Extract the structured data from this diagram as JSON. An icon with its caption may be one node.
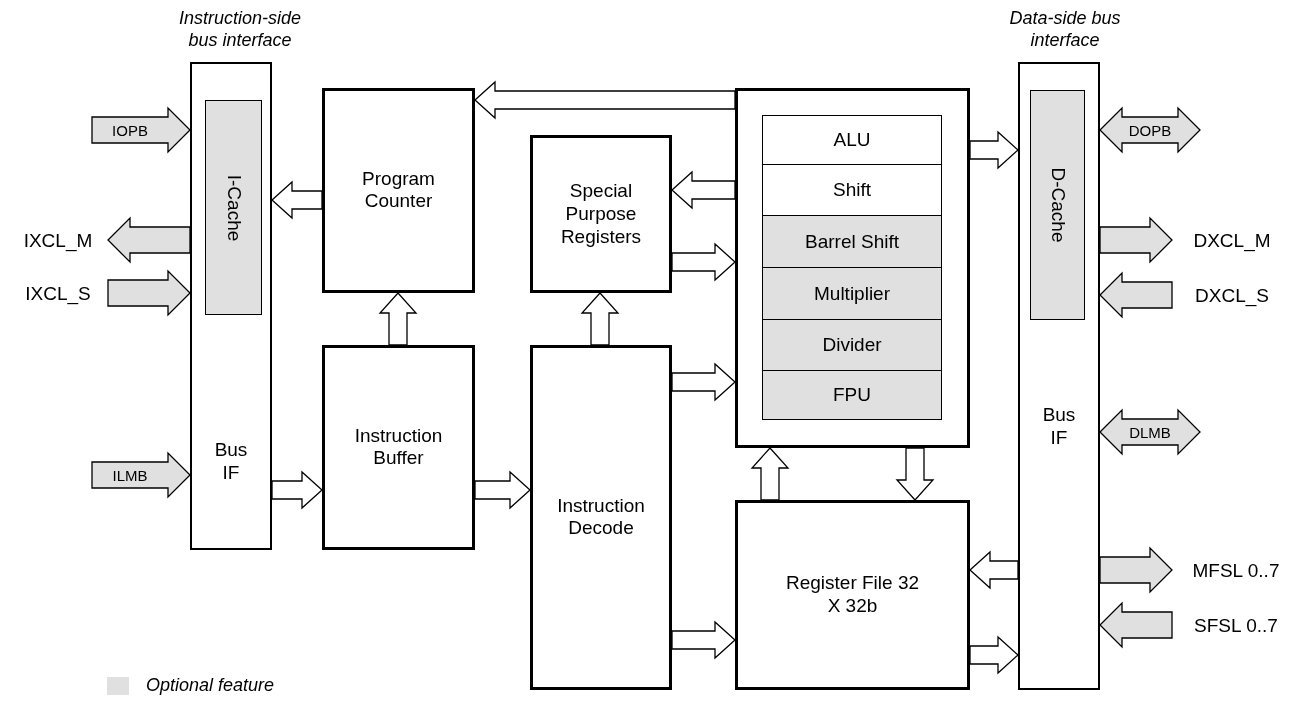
{
  "diagram": {
    "nodes": [
      {
        "text": [
          "Bus IF"
        ]
      },
      {
        "text": [
          "I-Cache"
        ],
        "in": 0
      },
      {
        "text": [
          "Program Counter"
        ]
      },
      {
        "text": [
          "Instruction Buffer"
        ]
      },
      {
        "text": [
          "Special Purpose Registers"
        ]
      },
      {
        "text": [
          "Instruction Decode"
        ]
      },
      {
        "text": [],
        "shape": "box"
      },
      {
        "text": [
          "ALU"
        ],
        "in": 6
      },
      {
        "text": [
          "Shift"
        ],
        "in": 6
      },
      {
        "text": [
          "Barrel Shift"
        ],
        "in": 6
      },
      {
        "text": [
          "Multiplier"
        ],
        "in": 6
      },
      {
        "text": [
          "Divider"
        ],
        "in": 6
      },
      {
        "text": [
          "FPU"
        ],
        "in": 6
      },
      {
        "text": [
          "Register File 32 X 32b"
        ]
      },
      {
        "text": [
          "Bus IF"
        ]
      },
      {
        "text": [
          "D-Cache"
        ],
        "in": 14
      },
      {
        "text": [
          "IXCL_M"
        ]
      },
      {
        "text": [
          "IXCL_S"
        ]
      },
      {
        "text": [
          "DXCL_M"
        ]
      },
      {
        "text": [
          "DXCL_S"
        ]
      },
      {
        "text": [
          "MFSL 0..7"
        ]
      },
      {
        "text": [
          "SFSL 0..7"
        ]
      }
    ],
    "edges": [
      {
        "from": 6,
        "to": 2,
        "arrow": "to"
      },
      {
        "from": 2,
        "to": 0,
        "arrow": "to"
      },
      {
        "from": 3,
        "to": 2,
        "arrow": "to"
      },
      {
        "from": 0,
        "to": 3,
        "arrow": "to"
      },
      {
        "from": 3,
        "to": 5,
        "arrow": "to"
      },
      {
        "from": 5,
        "to": 4,
        "arrow": "to"
      },
      {
        "from": 6,
        "to": 4,
        "arrow": "to"
      },
      {
        "from": 4,
        "to": 6,
        "arrow": "to"
      },
      {
        "from": 5,
        "to": 6,
        "arrow": "to"
      },
      {
        "from": 5,
        "to": 13,
        "arrow": "to"
      },
      {
        "from": 13,
        "to": 6,
        "arrow": "to"
      },
      {
        "from": 6,
        "to": 13,
        "arrow": "to"
      },
      {
        "from": 6,
        "to": 14,
        "arrow": "to"
      },
      {
        "from": 14,
        "to": 13,
        "arrow": "to"
      },
      {
        "from": 13,
        "to": 14,
        "arrow": "to"
      },
      {
        "from": null,
        "to": 0,
        "arrow": "to",
        "label": "IOPB",
        "color": "#e0e0e0"
      },
      {
        "from": 0,
        "to": 16,
        "arrow": "to",
        "color": "#e0e0e0"
      },
      {
        "from": 17,
        "to": 0,
        "arrow": "to",
        "color": "#e0e0e0"
      },
      {
        "from": null,
        "to": 0,
        "arrow": "to",
        "label": "ILMB",
        "color": "#e0e0e0"
      },
      {
        "from": 14,
        "to": null,
        "arrow": "both",
        "label": "DOPB",
        "color": "#e0e0e0"
      },
      {
        "from": 14,
        "to": 18,
        "arrow": "to",
        "color": "#e0e0e0"
      },
      {
        "from": 19,
        "to": 14,
        "arrow": "to",
        "color": "#e0e0e0"
      },
      {
        "from": 14,
        "to": null,
        "arrow": "both",
        "label": "DLMB",
        "color": "#e0e0e0"
      },
      {
        "from": 14,
        "to": 20,
        "arrow": "to",
        "color": "#e0e0e0"
      },
      {
        "from": 21,
        "to": 14,
        "arrow": "to",
        "color": "#e0e0e0"
      }
    ],
    "labels": [
      "Instruction-side bus interface",
      "Data-side bus interface"
    ],
    "legend": [
      {
        "text": "Optional feature",
        "color": "#e0e0e0"
      }
    ]
  }
}
